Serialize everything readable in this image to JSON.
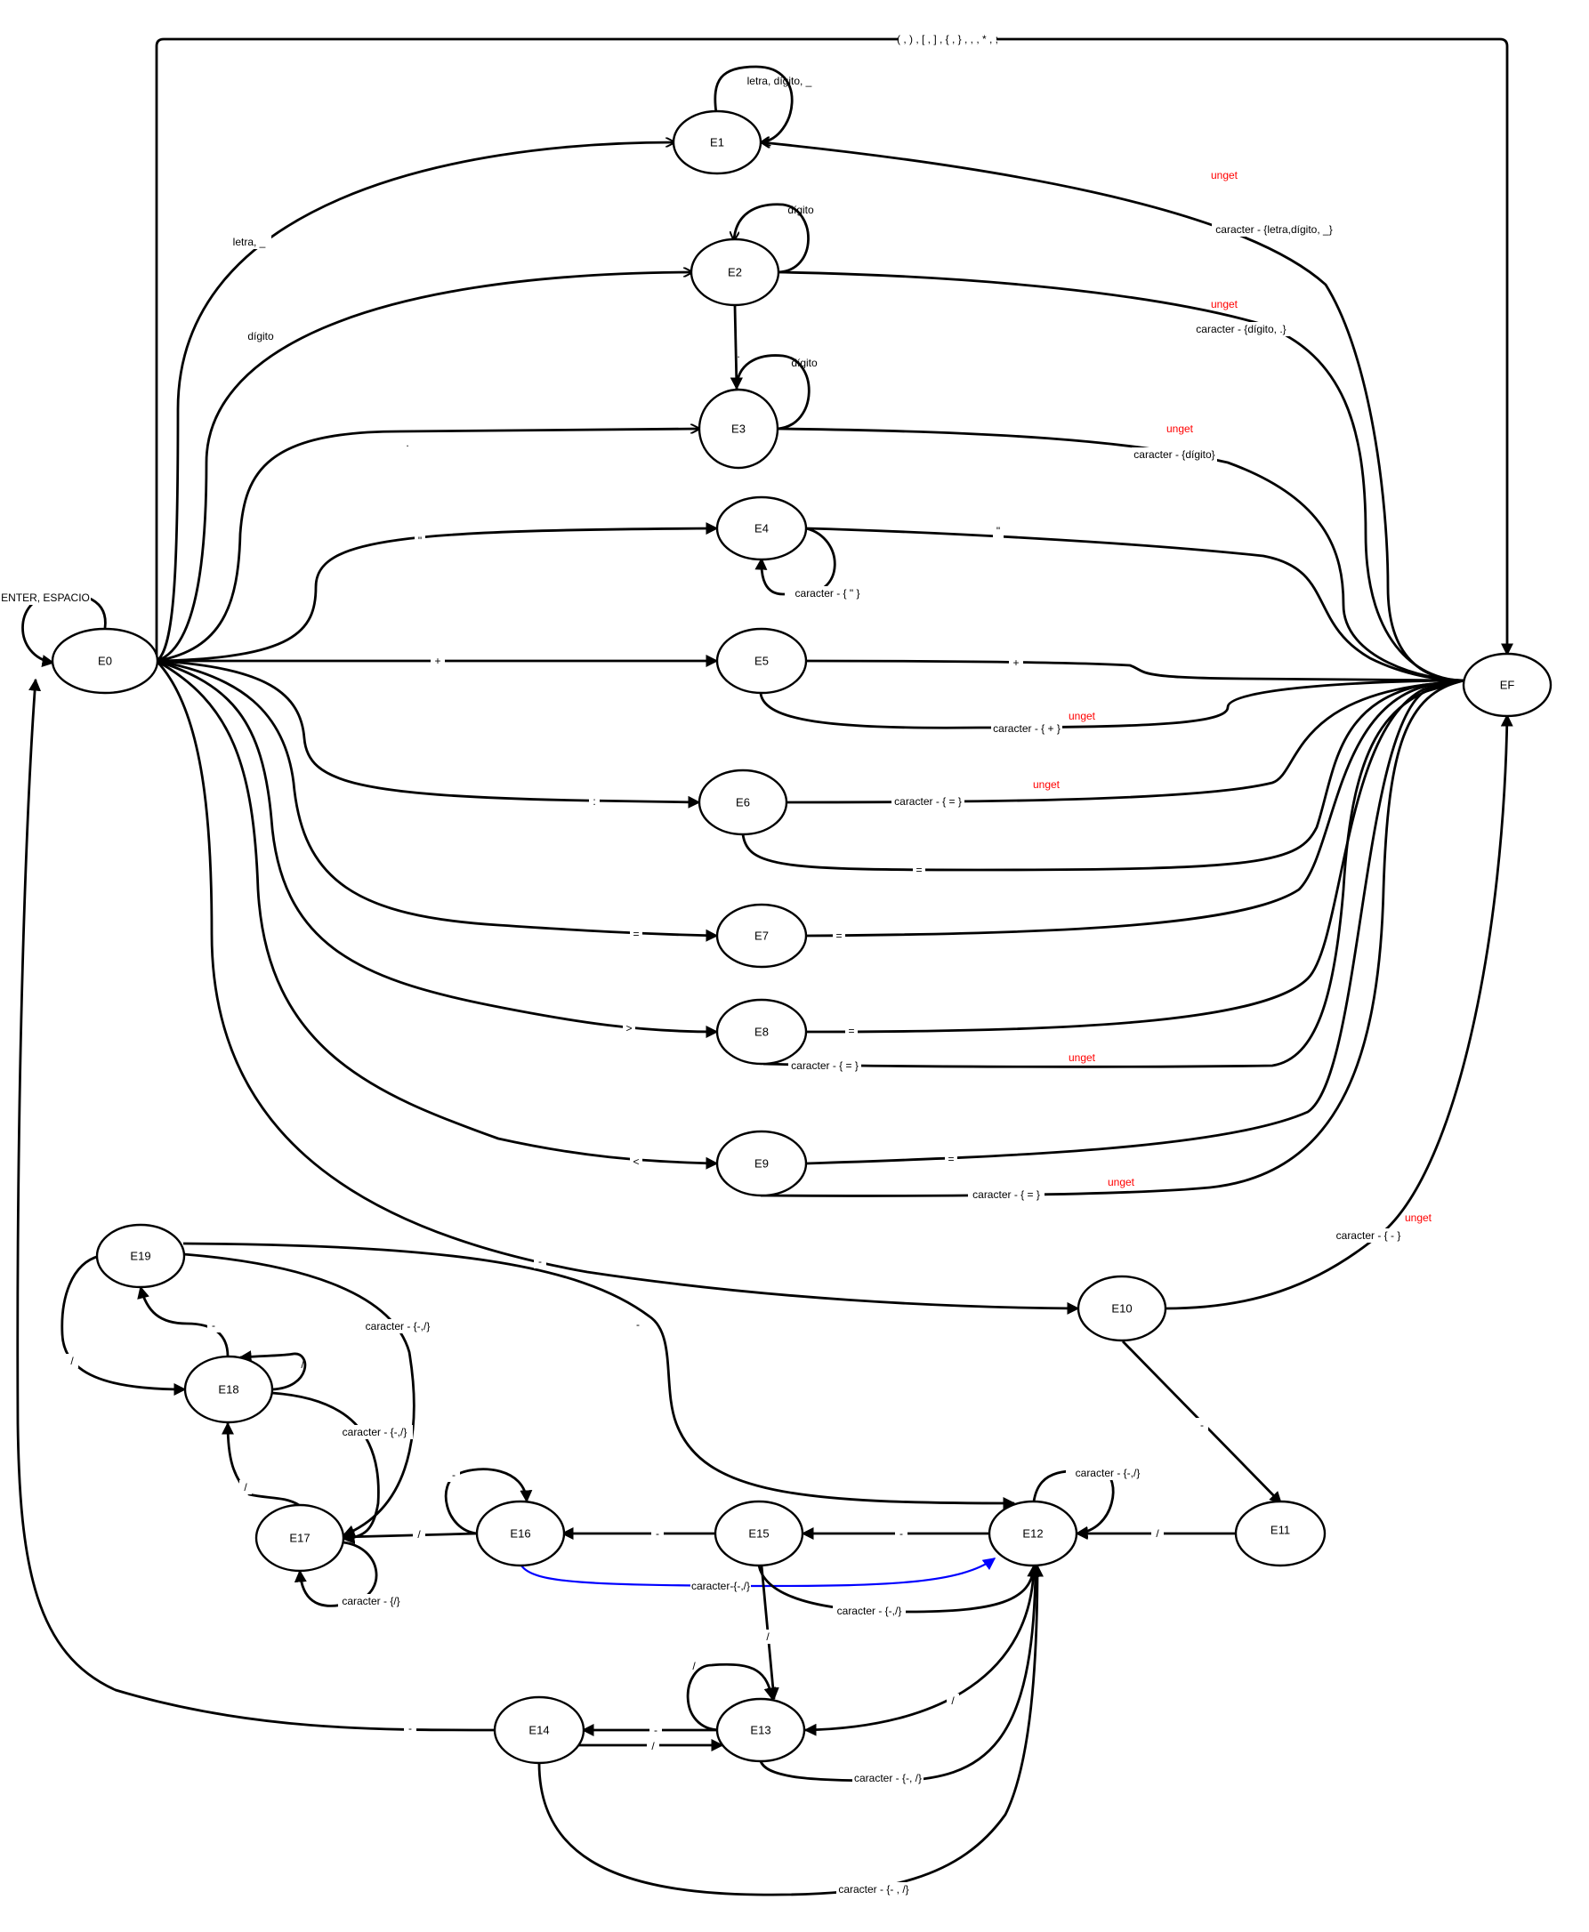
{
  "states": {
    "E0": "E0",
    "E1": "E1",
    "E2": "E2",
    "E3": "E3",
    "E4": "E4",
    "E5": "E5",
    "E6": "E6",
    "E7": "E7",
    "E8": "E8",
    "E9": "E9",
    "E10": "E10",
    "E11": "E11",
    "E12": "E12",
    "E13": "E13",
    "E14": "E14",
    "E15": "E15",
    "E16": "E16",
    "E17": "E17",
    "E18": "E18",
    "E19": "E19",
    "EF": "EF"
  },
  "labels": {
    "top_symbols": "( , ) , [ , ] , { , } , , , * , ;",
    "e0_loop": "ENTER, ESPACIO",
    "e1_loop": "letra, dígito, _",
    "e0_e1": "letra, _",
    "e1_ef": "caracter - {letra,dígito, _}",
    "e2_loop": "dígito",
    "e0_e2": "dígito",
    "e2_ef": "caracter - {dígito, .}",
    "e2_e3": ".",
    "e3_loop": "dígito",
    "e0_e3": ".",
    "e3_ef": "caracter - {dígito}",
    "e0_e4": "\"",
    "e4_loop": "caracter - { \" }",
    "e4_ef": "\"",
    "e0_e5": "+",
    "e5_ef": "+",
    "e5_ef_other": "caracter - { + }",
    "e0_e6": ":",
    "e6_ef_other": "caracter - { = }",
    "e6_ef": "=",
    "e0_e7": "=",
    "e7_ef": "=",
    "e0_e8": ">",
    "e8_ef": "=",
    "e8_ef_other": "caracter - { = }",
    "e0_e9": "<",
    "e9_ef": "=",
    "e9_ef_other": "caracter - { =  }",
    "e0_e10": "-",
    "e10_ef_other": "caracter - { - }",
    "e10_e11": "-",
    "e11_e12": "/",
    "e12_loop": "caracter - {-,/}",
    "e12_e15": "-",
    "e15_e16": "-",
    "e15_e12": "caracter - {-,/}",
    "e16_e12": "caracter-{-,/}",
    "e15_e13": "/",
    "e13_loop": "/",
    "e12_e13": "/",
    "e13_e12": "caracter - {-, /}",
    "e13_e14": "-",
    "e14_e13": "/",
    "e14_e12": "caracter - {- , /}",
    "e14_e0": "-",
    "e16_loop": "-",
    "e16_e17": "/",
    "e17_loop": "caracter - {/}",
    "e17_e18": "/",
    "e18_loop": "/",
    "e18_e17": "caracter - {-,/}",
    "e18_e19": "-",
    "e19_e18": "/",
    "e19_e17": "caracter - {-,/}",
    "e19_e12": "-"
  },
  "unget_text": "unget",
  "colors": {
    "edge": "#000000",
    "highlight_edge": "#0000ff",
    "unget": "#ff0000"
  }
}
